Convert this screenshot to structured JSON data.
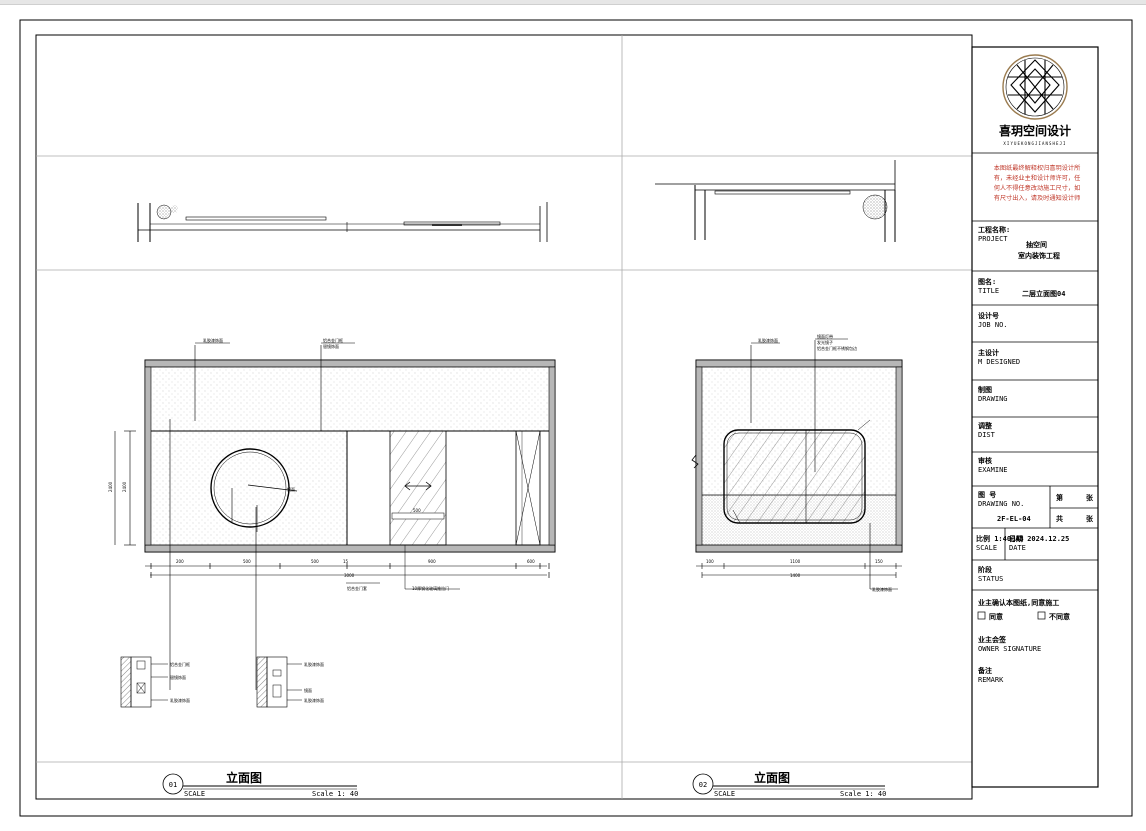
{
  "title_block": {
    "brand_name": "喜玥空间设计",
    "brand_sub": "XIYUEKONGJIANSHEJI",
    "notice_lines": [
      "本图纸最终解释权归喜玥设计所",
      "有，未经业主和设计师许可，任",
      "何人不得任意改动施工尺寸，如",
      "有尺寸出入，请及时通知设计师"
    ],
    "project_label_cn": "工程名称:",
    "project_label_en": "PROJECT",
    "project_value_1": "抽空间",
    "project_value_2": "室内装饰工程",
    "title_label_cn": "图名:",
    "title_label_en": "TITLE",
    "title_value": "二层立面图04",
    "job_cn": "设计号",
    "job_en": "JOB NO.",
    "designed_cn": "主设计",
    "designed_en": "M DESIGNED",
    "drawing_cn": "制图",
    "drawing_en": "DRAWING",
    "dist_cn": "调整",
    "dist_en": "DIST",
    "exam_cn": "审核",
    "exam_en": "EXAMINE",
    "drawno_cn": "图 号",
    "drawno_en": "DRAWING NO.",
    "drawno_value": "2F-EL-04",
    "sheet_di": "第",
    "sheet_zhang1": "张",
    "sheet_gong": "共",
    "sheet_zhang2": "张",
    "scale_cn": "比例 1:40@A3",
    "scale_en": "SCALE",
    "date_cn": "日期 2024.12.25",
    "date_en": "DATE",
    "status_cn": "阶段",
    "status_en": "STATUS",
    "approve_text": "业主确认本图纸,同意施工",
    "agree": "同意",
    "disagree": "不同意",
    "owner_sig_cn": "业主会签",
    "owner_sig_en": "OWNER SIGNATURE",
    "remark_cn": "备注",
    "remark_en": "REMARK"
  },
  "views": [
    {
      "number": "01",
      "title": "立面图",
      "scale_label": "SCALE",
      "scale_value": "Scale 1: 40"
    },
    {
      "number": "02",
      "title": "立面图",
      "scale_label": "SCALE",
      "scale_value": "Scale 1: 40"
    }
  ],
  "colors": {
    "notice": "#c0392b",
    "wall_fill": "#b7b7b7",
    "line": "#000000"
  }
}
